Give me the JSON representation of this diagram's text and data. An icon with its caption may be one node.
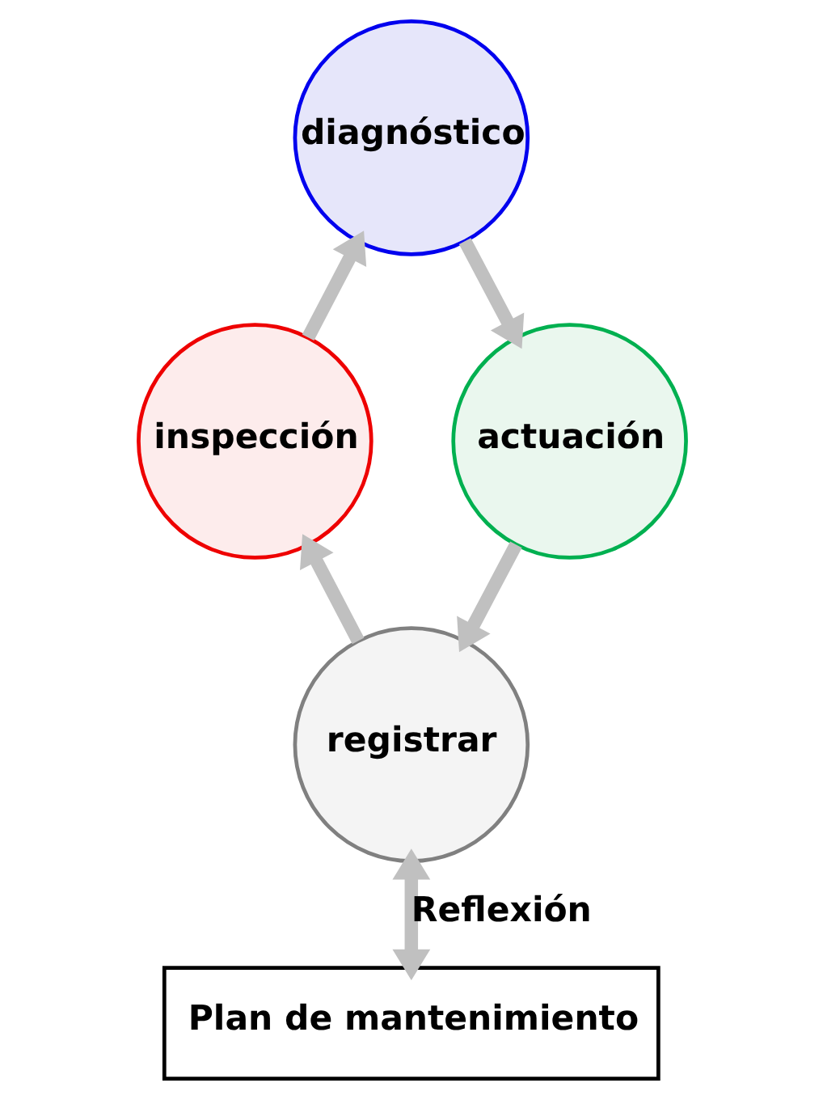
{
  "diagram": {
    "nodes": [
      {
        "text": [
          "diagnóstico"
        ]
      },
      {
        "text": [
          "actuación"
        ]
      },
      {
        "text": [
          "registrar"
        ]
      },
      {
        "text": [
          "inspección"
        ]
      },
      {
        "text": [
          "Plan de mantenimiento"
        ]
      }
    ],
    "edges": [
      {
        "from": 0,
        "to": 1,
        "arrow": "to"
      },
      {
        "from": 1,
        "to": 2,
        "arrow": "to"
      },
      {
        "from": 2,
        "to": 3,
        "arrow": "to"
      },
      {
        "from": 3,
        "to": 0,
        "arrow": "to"
      },
      {
        "from": 2,
        "to": 4,
        "arrow": "both",
        "label": "Reflexión"
      }
    ]
  }
}
